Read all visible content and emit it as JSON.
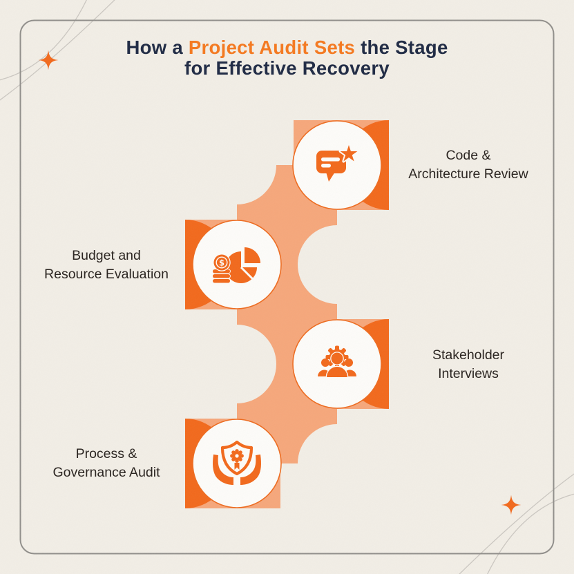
{
  "title": {
    "line1_pre": "How a ",
    "line1_highlight": "Project Audit Sets",
    "line1_post": " the Stage",
    "line2": "for Effective Recovery"
  },
  "steps": [
    {
      "id": 1,
      "side": "right",
      "icon": "chat-star-icon",
      "label_line1": "Code &",
      "label_line2": "Architecture Review"
    },
    {
      "id": 2,
      "side": "left",
      "icon": "pie-coins-icon",
      "label_line1": "Budget and",
      "label_line2": "Resource Evaluation"
    },
    {
      "id": 3,
      "side": "right",
      "icon": "team-gear-icon",
      "label_line1": "Stakeholder",
      "label_line2": "Interviews"
    },
    {
      "id": 4,
      "side": "left",
      "icon": "shield-hands-icon",
      "label_line1": "Process &",
      "label_line2": "Governance Audit"
    }
  ],
  "colors": {
    "background": "#F2EEE6",
    "accent_orange": "#F2691C",
    "peach": "#F6A77B",
    "circle_fill": "#FDFCF9",
    "title_navy": "#1F2A44",
    "title_highlight": "#F5791F",
    "label_text": "#28221E",
    "frame_gray": "#908E8A"
  }
}
